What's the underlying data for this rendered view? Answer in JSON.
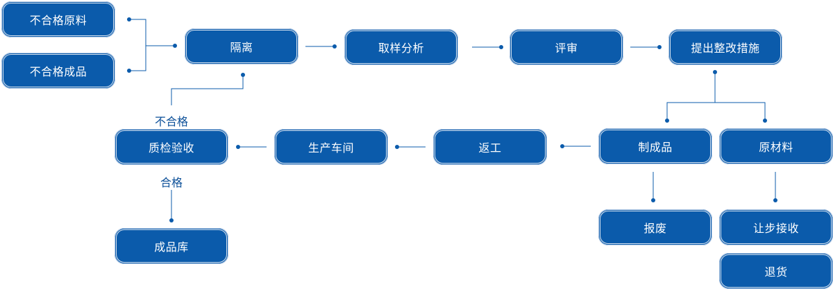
{
  "nodes": {
    "unqualified_raw": "不合格原料",
    "unqualified_finished": "不合格成品",
    "isolation": "隔离",
    "sampling": "取样分析",
    "review": "评审",
    "corrective": "提出整改措施",
    "semi_finished": "制成品",
    "raw_material": "原材料",
    "scrap": "报废",
    "concession": "让步接收",
    "return_goods": "退货",
    "rework": "返工",
    "production": "生产车间",
    "quality": "质检验收",
    "warehouse": "成品库"
  },
  "labels": {
    "unqualified": "不合格",
    "qualified": "合格"
  },
  "colors": {
    "primary": "#0b5bab",
    "label": "#0b4f98",
    "background": "#ffffff"
  }
}
